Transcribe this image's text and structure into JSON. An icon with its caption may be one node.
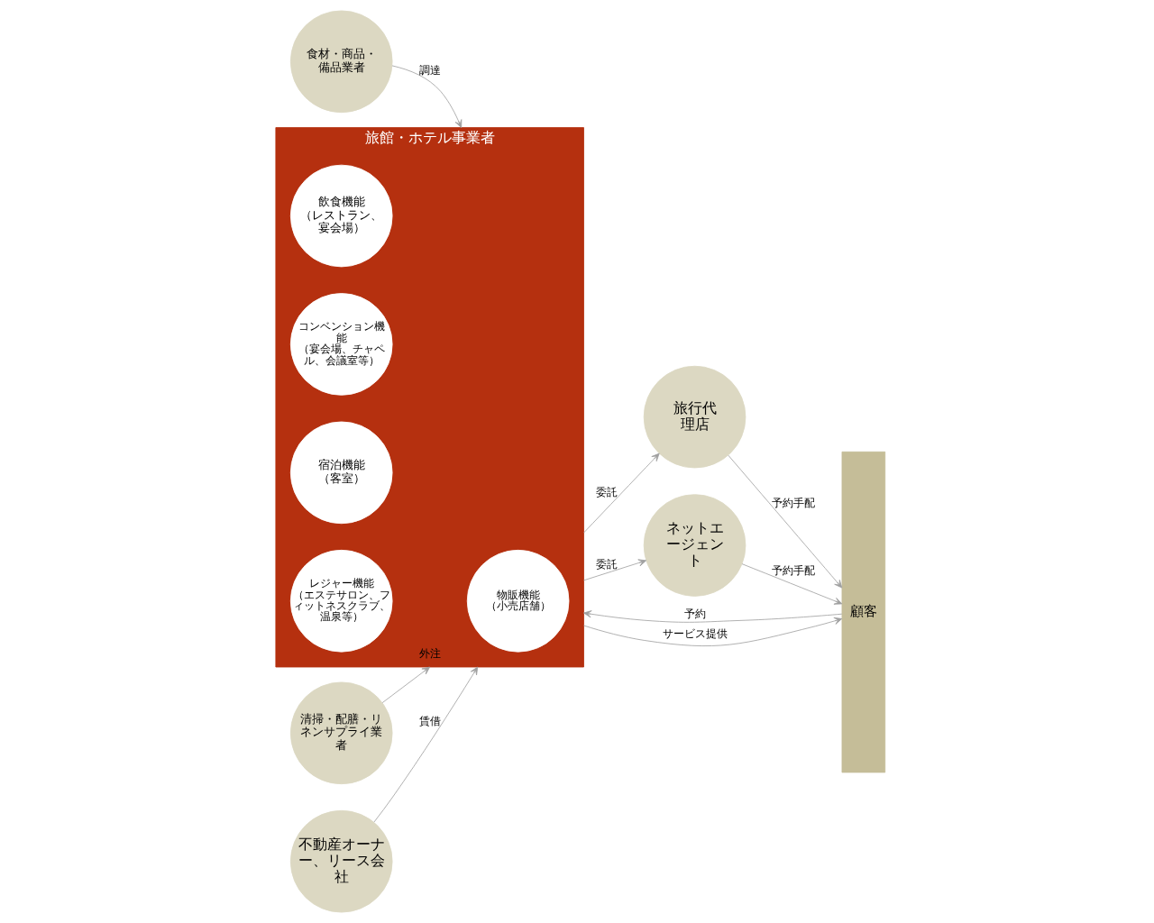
{
  "diagram": {
    "nodes": [
      {
        "text": [
          "食材・商品・備品業者"
        ]
      },
      {
        "text": [
          "清掃・配膳・リネンサプライ業者"
        ]
      },
      {
        "text": [
          "不動産オーナー、リース会社"
        ]
      },
      {
        "text": [
          "旅館・ホテル事業者"
        ]
      },
      {
        "text": [
          "飲食機能",
          "（レストラン、宴会場）"
        ],
        "in": 3
      },
      {
        "text": [
          "コンベンション機能",
          "（宴会場、チャペル、会議室等）"
        ],
        "in": 3
      },
      {
        "text": [
          "物販機能",
          "（小売店舗）"
        ],
        "in": 3
      },
      {
        "text": [
          "宿泊機能",
          "（客室）"
        ],
        "in": 3
      },
      {
        "text": [
          "レジャー機能",
          "（エステサロン、フィットネスクラブ、温泉等）"
        ],
        "in": 3
      },
      {
        "text": [
          "旅行代理店"
        ]
      },
      {
        "text": [
          "ネットエージェント"
        ]
      },
      {
        "text": [
          "顧客"
        ]
      }
    ],
    "edges": [
      {
        "from": 0,
        "to": 3,
        "arrow": "to",
        "label": "調達"
      },
      {
        "from": 1,
        "to": 3,
        "arrow": "to",
        "label": "外注"
      },
      {
        "from": 2,
        "to": 3,
        "arrow": "to",
        "label": "賃借"
      },
      {
        "from": 3,
        "to": 9,
        "arrow": "to",
        "label": "委託"
      },
      {
        "from": 9,
        "to": 11,
        "arrow": "to",
        "label": "予約手配"
      },
      {
        "from": 3,
        "to": 10,
        "arrow": "to",
        "label": "委託"
      },
      {
        "from": 10,
        "to": 11,
        "arrow": "to",
        "label": "予約手配"
      },
      {
        "from": 11,
        "to": 3,
        "arrow": "to",
        "label": "予約"
      },
      {
        "from": 3,
        "to": 11,
        "arrow": "to",
        "label": "サービス提供"
      }
    ]
  }
}
